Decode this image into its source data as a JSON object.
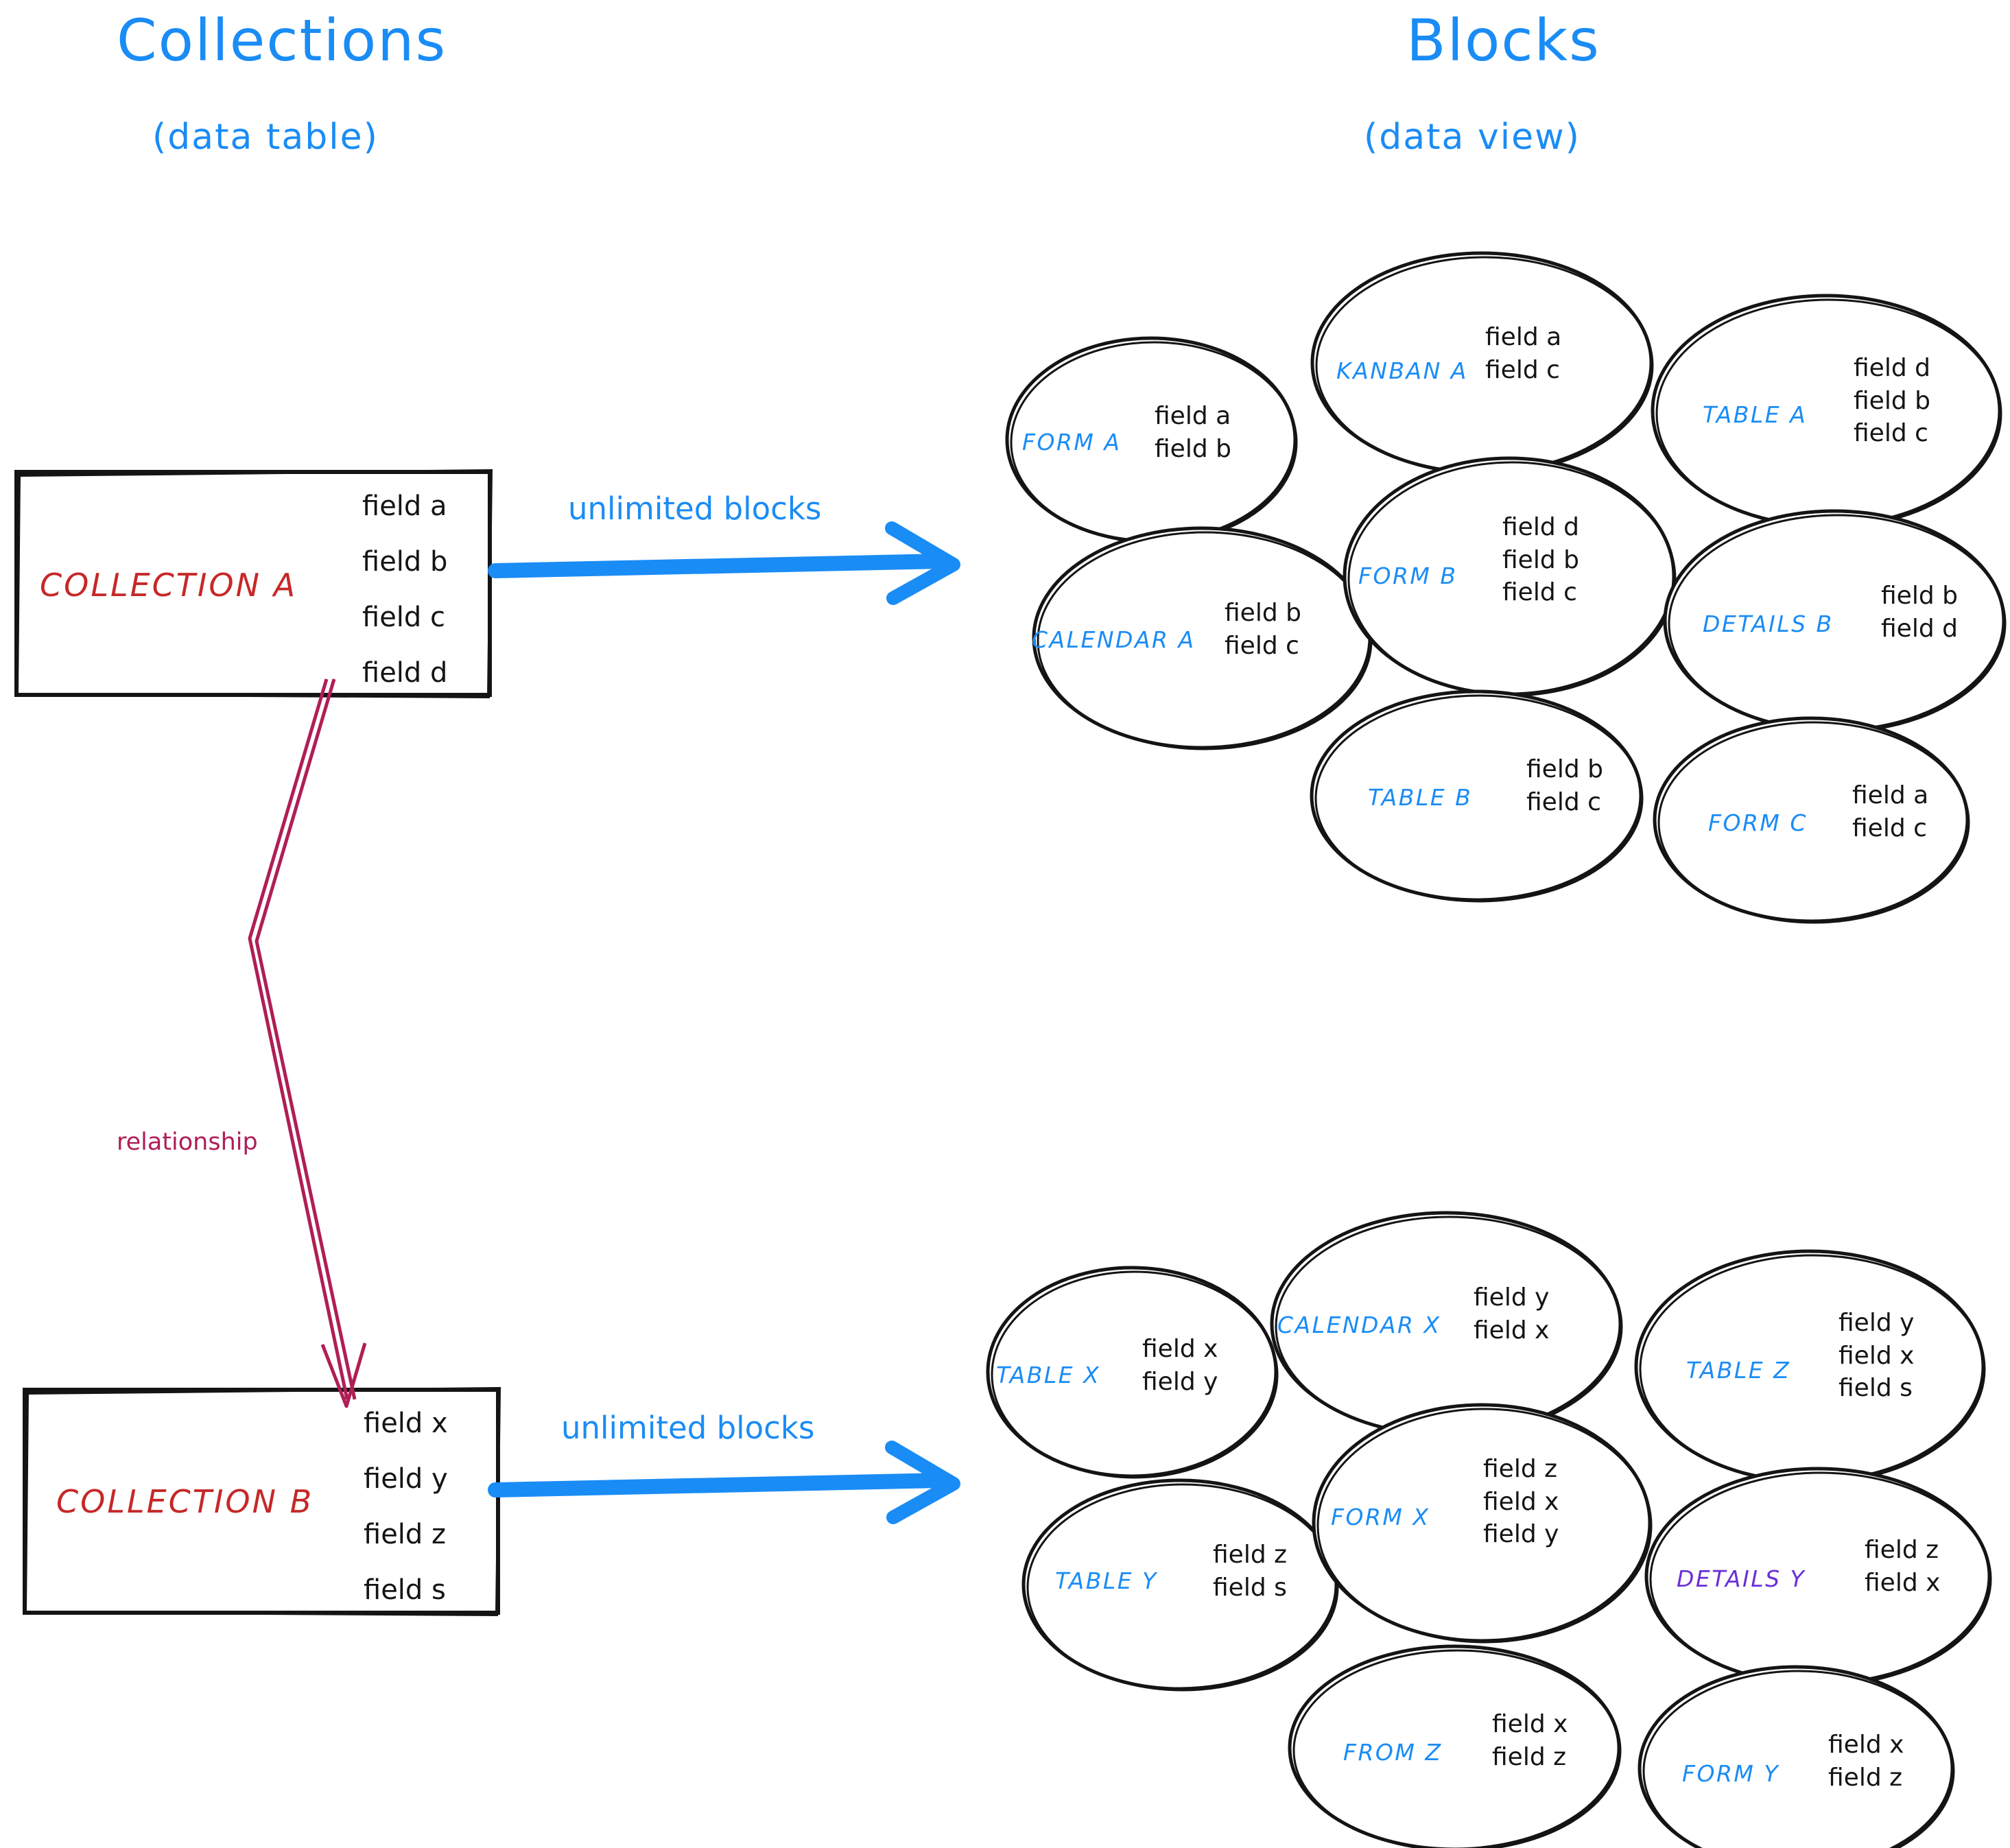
{
  "headings": {
    "left_title": "Collections",
    "left_subtitle": "(data table)",
    "right_title": "Blocks",
    "right_subtitle": "(data view)"
  },
  "colors": {
    "accent_blue": "#1a8cf5",
    "collection_red": "#c62828",
    "relationship_crimson": "#b01e55",
    "details_purple": "#6a30d6",
    "stroke_black": "#141414"
  },
  "collections": [
    {
      "id": "collection-a",
      "name": "COLLECTION A",
      "fields": [
        "field a",
        "field b",
        "field c",
        "field d"
      ]
    },
    {
      "id": "collection-b",
      "name": "COLLECTION B",
      "fields": [
        "field x",
        "field y",
        "field z",
        "field s"
      ]
    }
  ],
  "arrows": {
    "unlimited_blocks_top": "unlimited blocks",
    "unlimited_blocks_bottom": "unlimited blocks",
    "relationship": "relationship"
  },
  "blocks_top": [
    {
      "id": "form-a",
      "name": "FORM A",
      "color": "blue",
      "fields": [
        "field a",
        "field b"
      ]
    },
    {
      "id": "kanban-a",
      "name": "KANBAN A",
      "color": "blue",
      "fields": [
        "field a",
        "field c"
      ]
    },
    {
      "id": "table-a",
      "name": "TABLE A",
      "color": "blue",
      "fields": [
        "field d",
        "field b",
        "field c"
      ]
    },
    {
      "id": "calendar-a",
      "name": "CALENDAR A",
      "color": "blue",
      "fields": [
        "field b",
        "field c"
      ]
    },
    {
      "id": "form-b",
      "name": "FORM B",
      "color": "blue",
      "fields": [
        "field d",
        "field b",
        "field c"
      ]
    },
    {
      "id": "details-b",
      "name": "DETAILS B",
      "color": "blue",
      "fields": [
        "field b",
        "field d"
      ]
    },
    {
      "id": "table-b",
      "name": "TABLE B",
      "color": "blue",
      "fields": [
        "field b",
        "field c"
      ]
    },
    {
      "id": "form-c",
      "name": "FORM C",
      "color": "blue",
      "fields": [
        "field a",
        "field c"
      ]
    }
  ],
  "blocks_bottom": [
    {
      "id": "table-x",
      "name": "TABLE X",
      "color": "blue",
      "fields": [
        "field x",
        "field y"
      ]
    },
    {
      "id": "calendar-x",
      "name": "CALENDAR X",
      "color": "blue",
      "fields": [
        "field y",
        "field x"
      ]
    },
    {
      "id": "table-z",
      "name": "TABLE Z",
      "color": "blue",
      "fields": [
        "field y",
        "field x",
        "field s"
      ]
    },
    {
      "id": "table-y",
      "name": "TABLE Y",
      "color": "blue",
      "fields": [
        "field z",
        "field s"
      ]
    },
    {
      "id": "form-x",
      "name": "FORM X",
      "color": "blue",
      "fields": [
        "field z",
        "field x",
        "field y"
      ]
    },
    {
      "id": "details-y",
      "name": "DETAILS Y",
      "color": "purple",
      "fields": [
        "field z",
        "field x"
      ]
    },
    {
      "id": "from-z",
      "name": "FROM Z",
      "color": "blue",
      "fields": [
        "field x",
        "field z"
      ]
    },
    {
      "id": "form-y",
      "name": "FORM Y",
      "color": "blue",
      "fields": [
        "field x",
        "field z"
      ]
    }
  ]
}
